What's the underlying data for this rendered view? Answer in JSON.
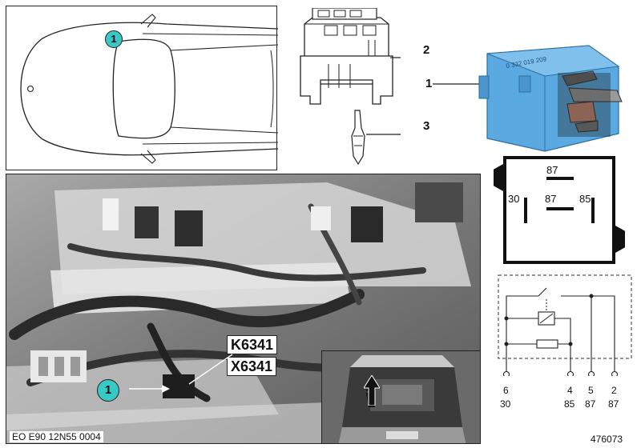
{
  "callouts": {
    "top_view_marker": "1",
    "part_1": "1",
    "part_2": "2",
    "part_3": "3",
    "photo_marker": "1"
  },
  "component_labels": {
    "relay": "K6341",
    "connector": "X6341"
  },
  "relay_pinout": {
    "top": "87",
    "left": "30",
    "center": "87",
    "right": "85"
  },
  "schematic": {
    "pins": [
      {
        "number": "6",
        "terminal": "30"
      },
      {
        "number": "4",
        "terminal": "85"
      },
      {
        "number": "5",
        "terminal": "87"
      },
      {
        "number": "2",
        "terminal": "87"
      }
    ]
  },
  "footer": {
    "code": "EO E90 12N55 0004",
    "part_id": "476073"
  },
  "colors": {
    "callout_fill": "#38c9c7",
    "relay_blue": "#5aa9e0",
    "photo_gray": "#8a8a8a"
  }
}
